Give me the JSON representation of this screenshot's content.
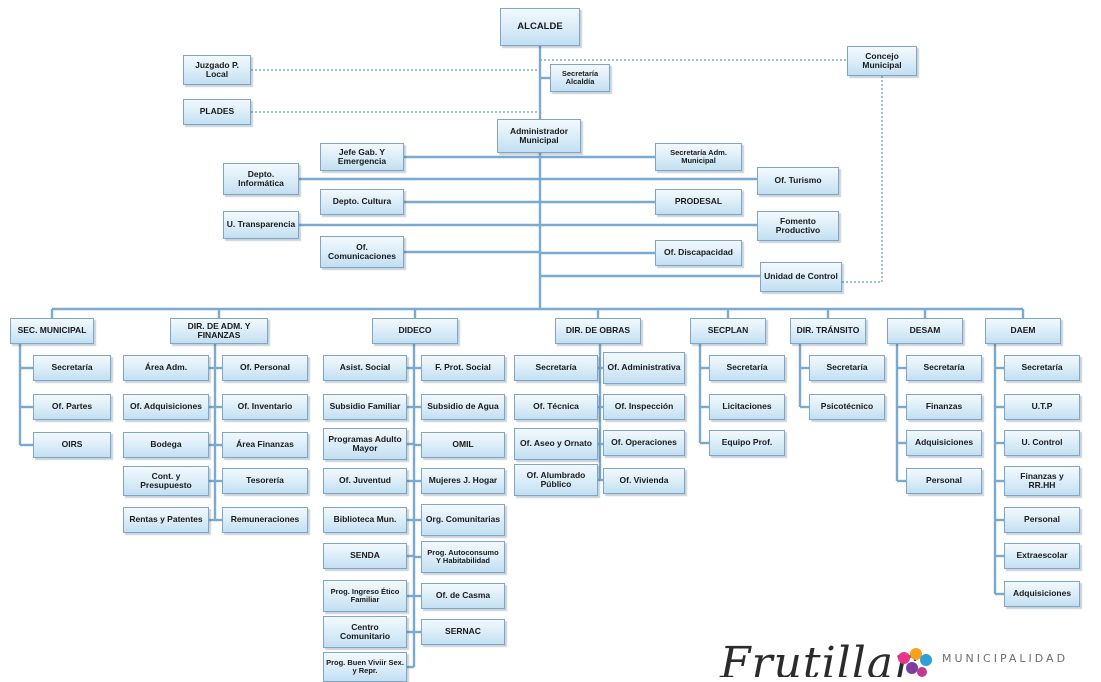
{
  "nodes": {
    "alcalde": "ALCALDE",
    "juzgado": "Juzgado P. Local",
    "concejo": "Concejo Municipal",
    "secretaria_alcaldia": "Secretaría Alcaldía",
    "plades": "PLADES",
    "administrador": "Administrador Municipal",
    "jefe_gab": "Jefe Gab. Y Emergencia",
    "sec_adm_municipal": "Secretaría Adm. Municipal",
    "depto_informatica": "Depto. Informática",
    "of_turismo": "Of. Turismo",
    "depto_cultura": "Depto. Cultura",
    "prodesal": "PRODESAL",
    "u_transparencia": "U. Transparencia",
    "fomento_productivo": "Fomento Productivo",
    "of_comunicaciones": "Of. Comunicaciones",
    "of_discapacidad": "Of. Discapacidad",
    "unidad_control": "Unidad de Control"
  },
  "departments": [
    {
      "key": "sec_municipal",
      "label": "SEC. MUNICIPAL",
      "items": [
        "Secretaría",
        "Of. Partes",
        "OIRS"
      ]
    },
    {
      "key": "dir_adm",
      "label": "DIR. DE ADM. Y FINANZAS",
      "left": [
        "Área Adm.",
        "Of. Adquisiciones",
        "Bodega",
        "Cont. y Presupuesto",
        "Rentas y Patentes"
      ],
      "right": [
        "Of. Personal",
        "Of. Inventario",
        "Área Finanzas",
        "Tesorería",
        "Remuneraciones"
      ]
    },
    {
      "key": "dideco",
      "label": "DIDECO",
      "left": [
        "Asist. Social",
        "Subsidio Familiar",
        "Programas Adulto Mayor",
        "Of. Juventud",
        "Biblioteca Mun.",
        "SENDA",
        "Prog. Ingreso Ético Familiar",
        "Centro Comunitario",
        "Prog. Buen Viviir Sex. y Repr."
      ],
      "right": [
        "F. Prot. Social",
        "Subsidio de Agua",
        "OMIL",
        "Mujeres J. Hogar",
        "Org. Comunitarias",
        "Prog. Autoconsumo Y Habitabilidad",
        "Of. de Casma",
        "SERNAC"
      ]
    },
    {
      "key": "dir_obras",
      "label": "DIR. DE OBRAS",
      "left": [
        "Secretaría",
        "Of. Técnica",
        "Of. Aseo y Ornato",
        "Of. Alumbrado Público"
      ],
      "right": [
        "Of. Administrativa",
        "Of. Inspección",
        "Of. Operaciones",
        "Of. Vivienda"
      ]
    },
    {
      "key": "secplan",
      "label": "SECPLAN",
      "items": [
        "Secretaría",
        "Licitaciones",
        "Equipo Prof."
      ]
    },
    {
      "key": "dir_transito",
      "label": "DIR. TRÁNSITO",
      "items": [
        "Secretaría",
        "Psicotécnico"
      ]
    },
    {
      "key": "desam",
      "label": "DESAM",
      "items": [
        "Secretaría",
        "Finanzas",
        "Adquisiciones",
        "Personal"
      ]
    },
    {
      "key": "daem",
      "label": "DAEM",
      "items": [
        "Secretaría",
        "U.T.P",
        "U. Control",
        "Finanzas y RR.HH",
        "Personal",
        "Extraescolar",
        "Adquisiciones"
      ]
    }
  ],
  "logo": {
    "script": "Frutillar",
    "word": "MUNICIPALIDAD"
  },
  "colors": {
    "line": "#7aaad0",
    "box_border": "#7fa6c6",
    "box_fill_top": "#f3f9fd",
    "box_fill_bottom": "#c2dff2"
  }
}
